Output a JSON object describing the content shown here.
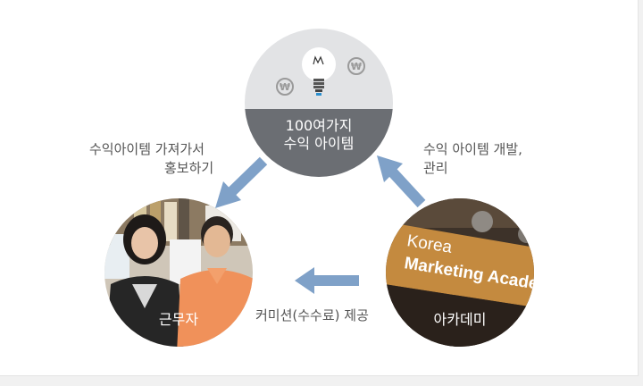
{
  "top_circle": {
    "line1": "100여가지",
    "line2": "수익 아이템",
    "icon": "lightbulb-icon",
    "coin_icon": "won-coin-icon"
  },
  "left_circle": {
    "label": "근무자"
  },
  "right_circle": {
    "label": "아카데미",
    "sign_line1": "Korea",
    "sign_line2": "Marketing Academy"
  },
  "left_arrow_label": {
    "line1": "수익아이템 가져가서",
    "line2": "홍보하기"
  },
  "right_arrow_label": {
    "line1": "수익 아이템 개발,",
    "line2": "관리"
  },
  "bottom_arrow_label": "커미션(수수료) 제공",
  "colors": {
    "arrow": "#7fa1c8",
    "dark_band": "#6b6e73",
    "light_top": "#e2e3e5"
  }
}
